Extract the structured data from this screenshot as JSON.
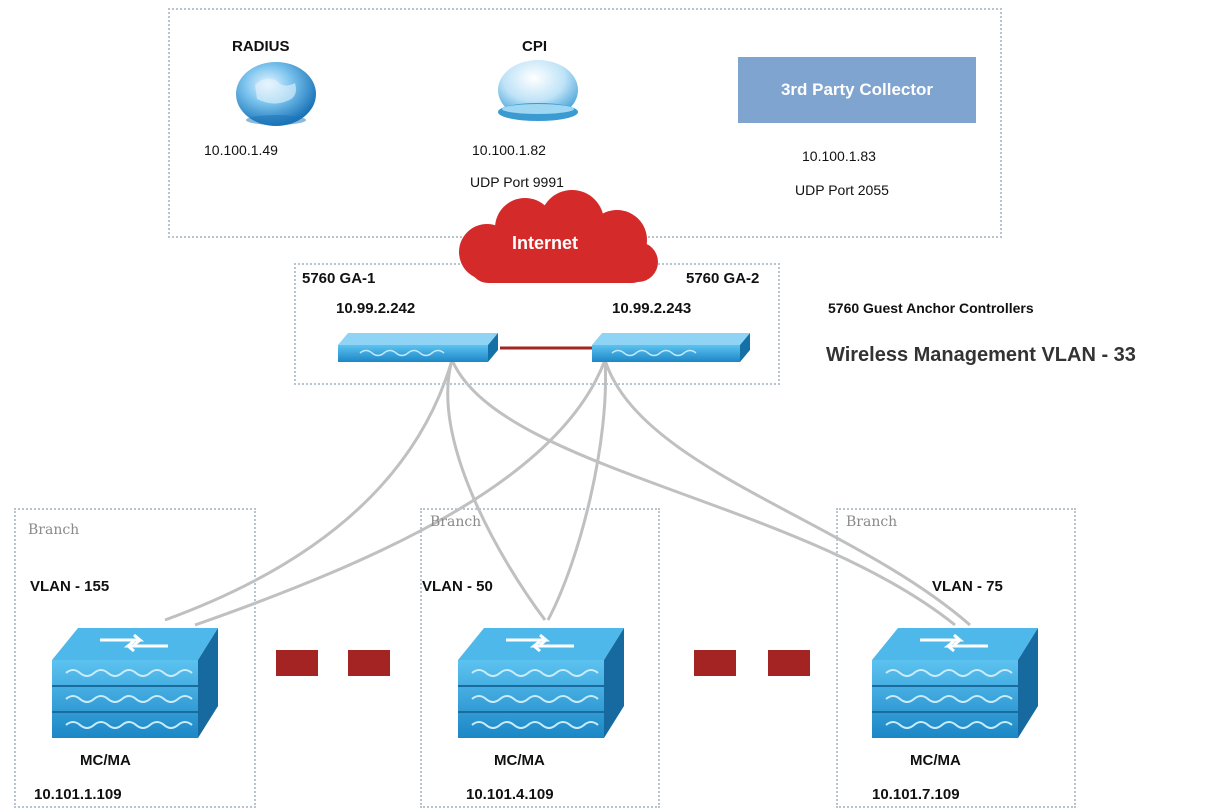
{
  "top_group": {
    "radius": {
      "label": "RADIUS",
      "ip": "10.100.1.49",
      "icon": "server-globe-icon"
    },
    "cpi": {
      "label": "CPI",
      "ip": "10.100.1.82",
      "port": "UDP Port 9991",
      "icon": "server-dome-icon"
    },
    "collector": {
      "label": "3rd Party Collector",
      "ip": "10.100.1.83",
      "port": "UDP Port 2055"
    }
  },
  "internet": {
    "label": "Internet",
    "icon": "cloud-icon",
    "color": "#d42a2a"
  },
  "anchors": {
    "ga1": {
      "name": "5760 GA-1",
      "ip": "10.99.2.242",
      "icon": "controller-icon"
    },
    "ga2": {
      "name": "5760 GA-2",
      "ip": "10.99.2.243",
      "icon": "controller-icon"
    },
    "legend_line1": "5760 Guest Anchor Controllers",
    "legend_line2": "Wireless Management VLAN - 33"
  },
  "branches": [
    {
      "title": "Branch",
      "vlan": "VLAN - 155",
      "role": "MC/MA",
      "ip": "10.101.1.109",
      "icon": "switch-stack-icon"
    },
    {
      "title": "Branch",
      "vlan": "VLAN - 50",
      "role": "MC/MA",
      "ip": "10.101.4.109",
      "icon": "switch-stack-icon"
    },
    {
      "title": "Branch",
      "vlan": "VLAN - 75",
      "role": "MC/MA",
      "ip": "10.101.7.109",
      "icon": "switch-stack-icon"
    }
  ],
  "colors": {
    "device_blue": "#2c9ed6",
    "separator": "#a42424",
    "border": "#b9c4cf",
    "collector_bg": "#7ea4cf"
  }
}
